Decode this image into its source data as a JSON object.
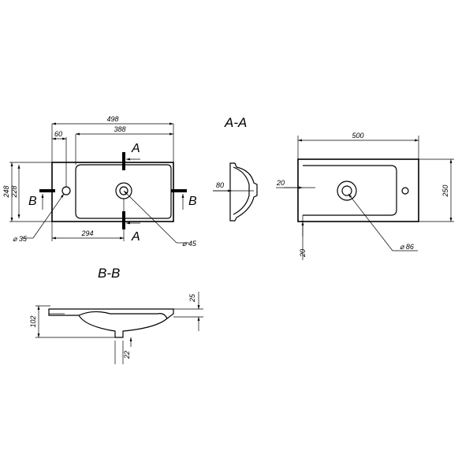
{
  "drawing": {
    "section_titles": {
      "aa": "A-A",
      "bb": "B-B"
    },
    "cut_labels": {
      "a": "A",
      "b": "B"
    },
    "top_view": {
      "width_overall": "498",
      "width_bowl": "388",
      "drain_offset": "60",
      "height_outer": "248",
      "height_inner": "228",
      "bowl_offset": "294",
      "tap_hole_diameter": "⌀ 35",
      "drain_diameter": "⌀ 45"
    },
    "section_aa": {
      "depth": "80"
    },
    "right_view": {
      "width": "500",
      "height": "250",
      "edge_offset": "20",
      "bottom_offset": "20",
      "drain_diameter": "⌀ 86"
    },
    "section_bb": {
      "height": "102",
      "rim": "25",
      "drain_height": "22"
    }
  }
}
